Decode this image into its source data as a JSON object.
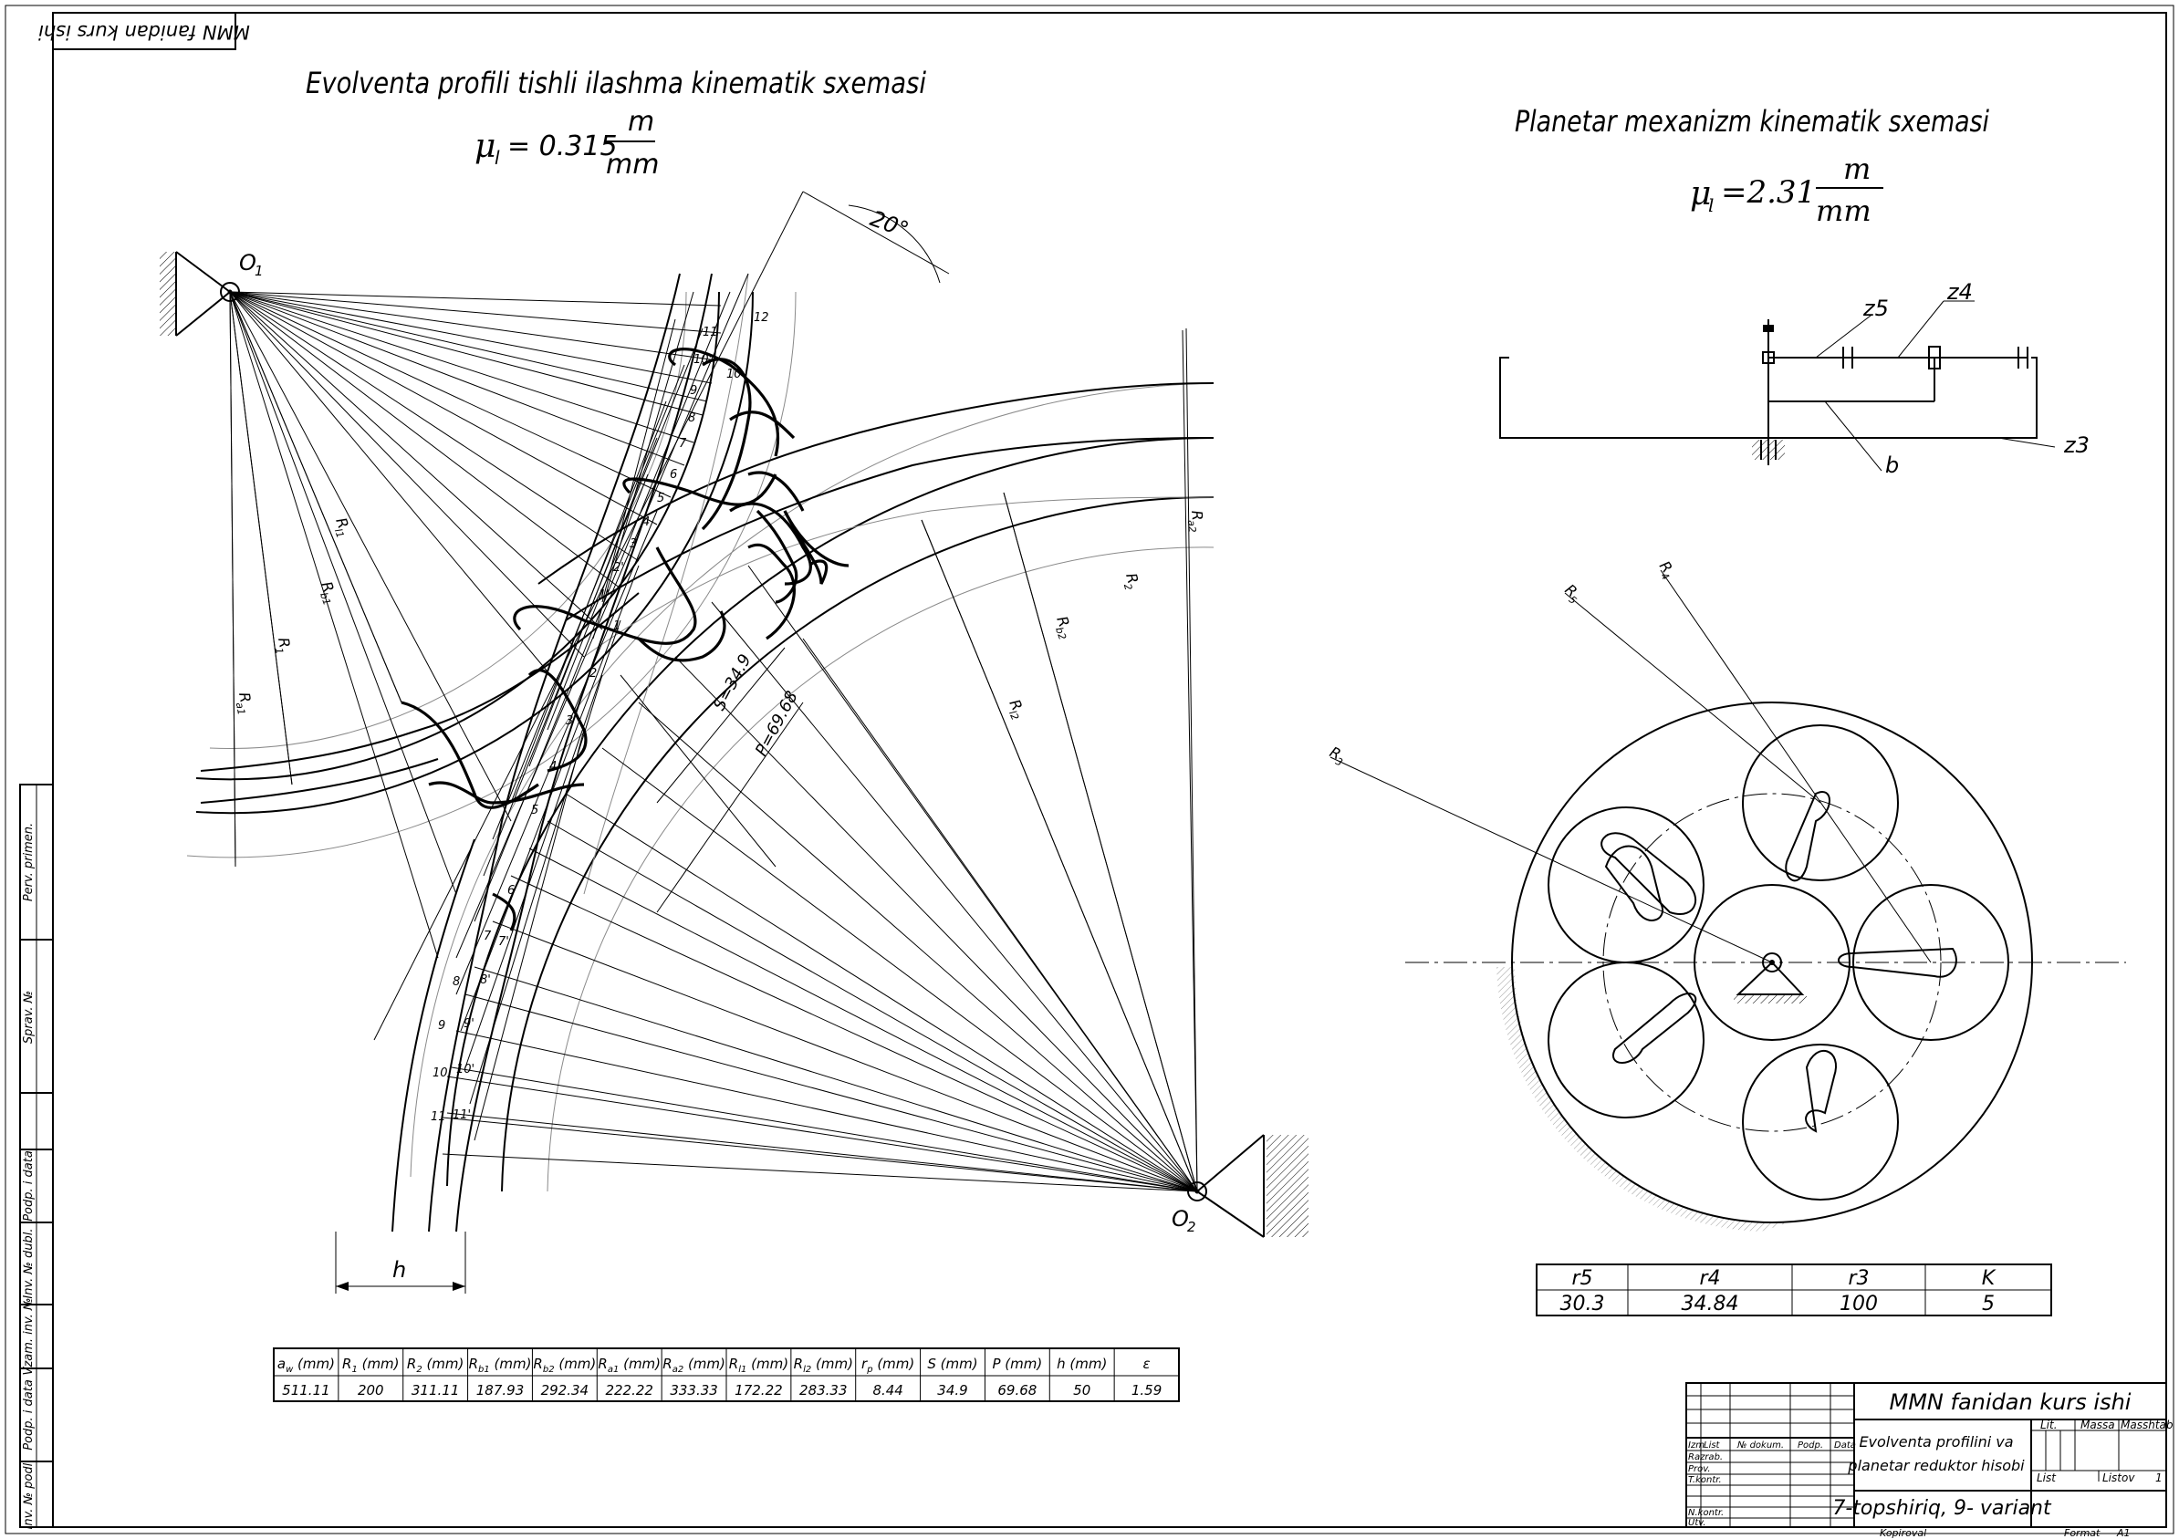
{
  "stamp_top": "MMN fanidan kurs ishi",
  "gear": {
    "title": "Evolventa profili tishli ilashma kinematik sxemasi",
    "scale": {
      "mu": "μ",
      "sub": "l",
      "eq": "= 0.315",
      "num": "m",
      "den": "mm"
    },
    "angle": "20°",
    "O1": "O",
    "O1s": "1",
    "O2": "O",
    "O2s": "2",
    "h": "h",
    "S": "S=34.9",
    "P": "P=69.68",
    "radii": [
      {
        "key": "Ra1",
        "b": "R",
        "s": "a1"
      },
      {
        "key": "R1",
        "b": "R",
        "s": "1"
      },
      {
        "key": "Rb1",
        "b": "R",
        "s": "b1"
      },
      {
        "key": "Rl1",
        "b": "R",
        "s": "l1"
      },
      {
        "key": "Ra2",
        "b": "R",
        "s": "a2"
      },
      {
        "key": "R2",
        "b": "R",
        "s": "2"
      },
      {
        "key": "Rb2",
        "b": "R",
        "s": "b2"
      },
      {
        "key": "Rl2",
        "b": "R",
        "s": "l2"
      }
    ],
    "numbers_upper": [
      "12",
      "11",
      "10'",
      "10",
      "9",
      "8",
      "7",
      "6",
      "5",
      "4",
      "3",
      "2'",
      "1'"
    ],
    "numbers_lower": [
      "1",
      "2",
      "3",
      "4",
      "5",
      "6",
      "7",
      "7'",
      "8",
      "8'",
      "9",
      "9'",
      "10",
      "10'",
      "11",
      "11'"
    ]
  },
  "gear_table": {
    "headers": [
      {
        "b": "a",
        "s": "w",
        "u": " (mm)"
      },
      {
        "b": "R",
        "s": "1",
        "u": " (mm)"
      },
      {
        "b": "R",
        "s": "2",
        "u": " (mm)"
      },
      {
        "b": "R",
        "s": "b1",
        "u": " (mm)"
      },
      {
        "b": "R",
        "s": "b2",
        "u": " (mm)"
      },
      {
        "b": "R",
        "s": "a1",
        "u": " (mm)"
      },
      {
        "b": "R",
        "s": "a2",
        "u": " (mm)"
      },
      {
        "b": "R",
        "s": "l1",
        "u": " (mm)"
      },
      {
        "b": "R",
        "s": "l2",
        "u": " (mm)"
      },
      {
        "b": "r",
        "s": "p",
        "u": " (mm)"
      },
      {
        "b": "S",
        "s": "",
        "u": " (mm)"
      },
      {
        "b": "P",
        "s": "",
        "u": " (mm)"
      },
      {
        "b": "h",
        "s": "",
        "u": " (mm)"
      },
      {
        "b": "ε",
        "s": "",
        "u": ""
      }
    ],
    "values": [
      "511.11",
      "200",
      "311.11",
      "187.93",
      "292.34",
      "222.22",
      "333.33",
      "172.22",
      "283.33",
      "8.44",
      "34.9",
      "69.68",
      "50",
      "1.59"
    ]
  },
  "planet": {
    "title": "Planetar mexanizm kinematik sxemasi",
    "scale": {
      "mu": "μ",
      "sub": "l",
      "eq": "=2.31",
      "num": "m",
      "den": "mm"
    },
    "labels": {
      "z5": "z5",
      "z4": "z4",
      "z3": "z3",
      "b": "b"
    },
    "radii": [
      {
        "b": "R",
        "s": "5"
      },
      {
        "b": "R",
        "s": "4"
      },
      {
        "b": "R",
        "s": "3"
      }
    ]
  },
  "planet_table": {
    "headers": [
      "r5",
      "r4",
      "r3",
      "K"
    ],
    "values": [
      "30.3",
      "34.84",
      "100",
      "5"
    ]
  },
  "side_labels": [
    "Perv. primen.",
    "Sprav. №",
    "Podp. i data",
    "Inv. № dubl.",
    "Vzam. inv. №",
    "Podp. i data",
    "Inv. № podl."
  ],
  "titleblock": {
    "title": "MMN fanidan kurs ishi",
    "desc_line1": "Evolventa profilini va",
    "desc_line2": "planetar reduktor hisobi",
    "task": "7-topshiriq, 9- variant",
    "cols": [
      "Izm",
      "List",
      "№ dokum.",
      "Podp.",
      "Data"
    ],
    "rows": [
      "Razrab.",
      "Prov.",
      "T.kontr.",
      "N.kontr.",
      "Utv."
    ],
    "lit": "Lit.",
    "massa": "Massa",
    "masshtab": "Masshtab",
    "list": "List",
    "listov": "Listov",
    "listov_val": "1",
    "kopiroval": "Kopiroval",
    "format": "Format",
    "format_val": "A1"
  }
}
